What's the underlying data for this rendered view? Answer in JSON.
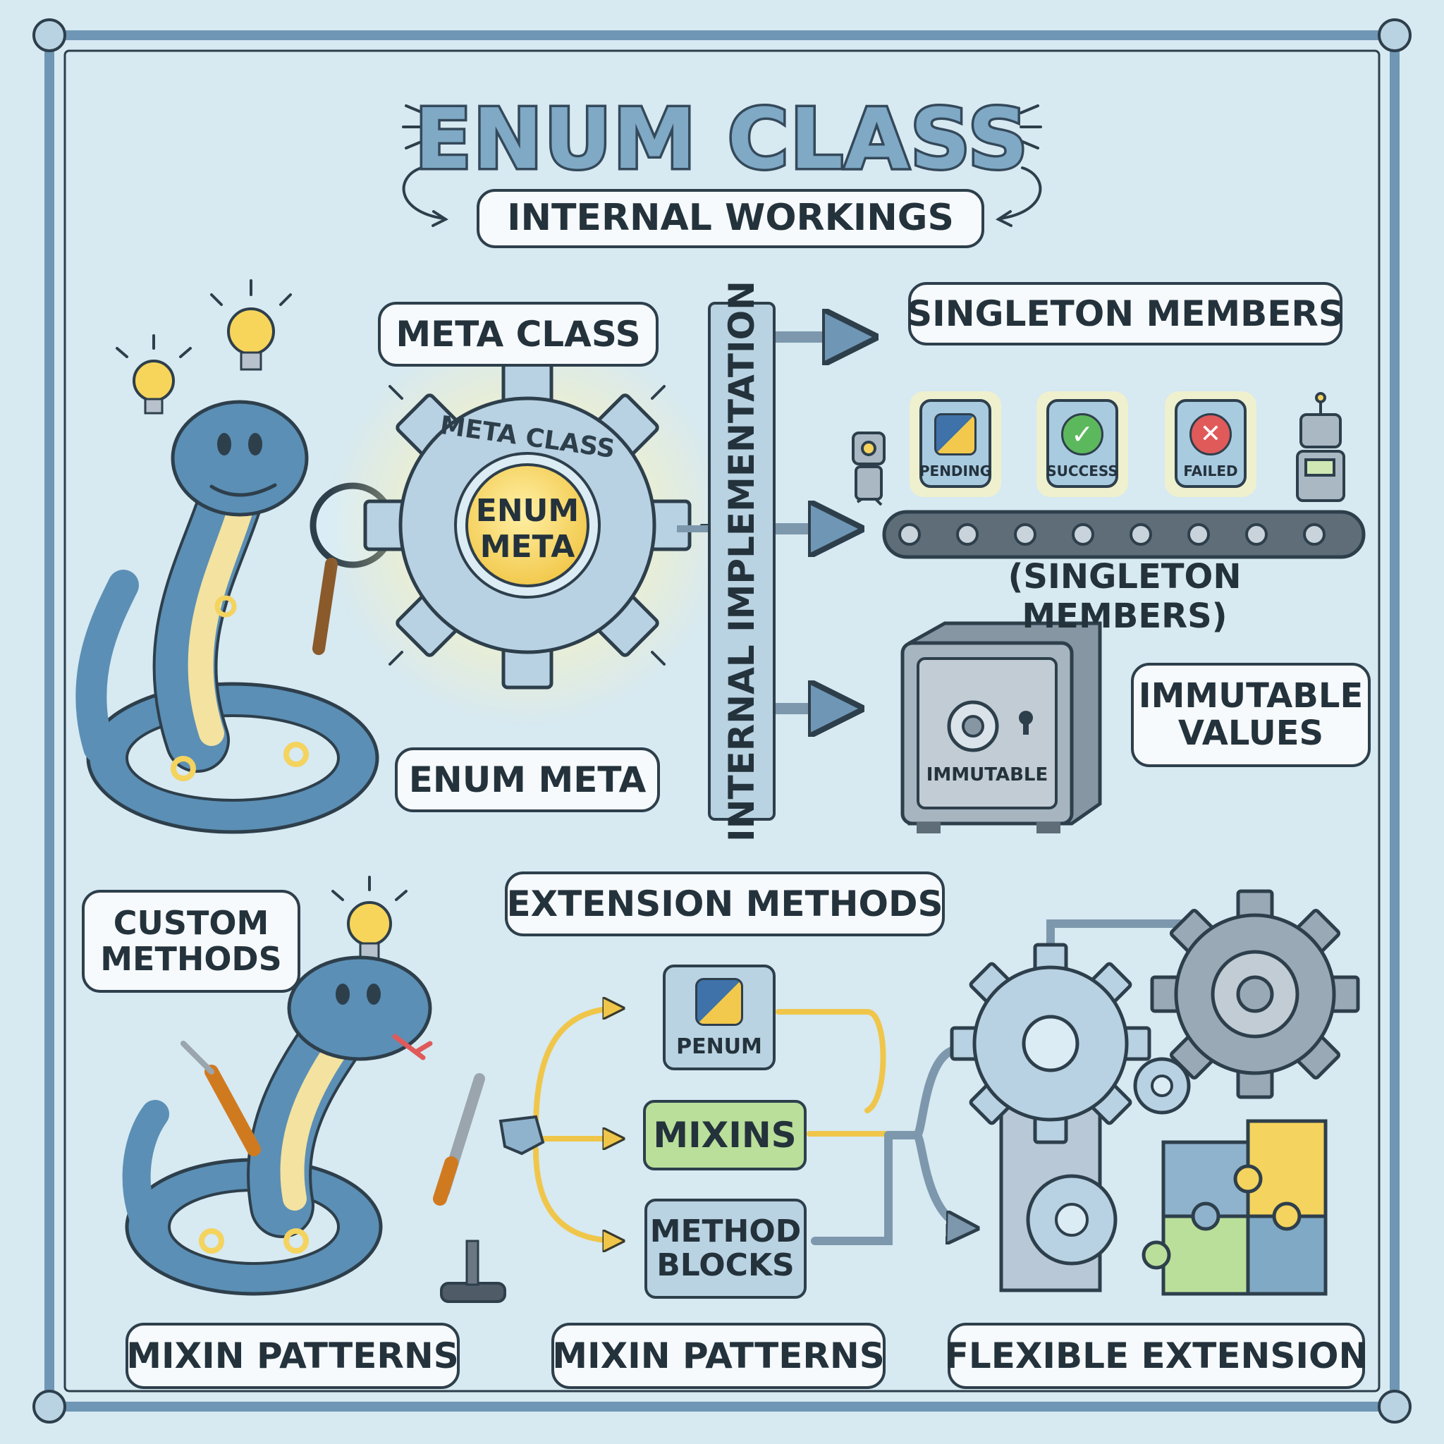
{
  "header": {
    "title": "ENUM CLASS",
    "subtitle": "INTERNAL WORKINGS"
  },
  "metaclass": {
    "bubble_label": "META CLASS",
    "gear_arc_label": "META CLASS",
    "gear_core_line1": "ENUM",
    "gear_core_line2": "META",
    "bottom_label": "ENUM META"
  },
  "implementation": {
    "vertical_label": "INTERNAL IMPLEMENTATION"
  },
  "singletons": {
    "bubble_label": "SINGLETON MEMBERS",
    "caption": "(SINGLETON MEMBERS)",
    "members": [
      {
        "label": "PENDING",
        "icon": "python-logo-icon"
      },
      {
        "label": "SUCCESS",
        "icon": "check-icon"
      },
      {
        "label": "FAILED",
        "icon": "cross-icon"
      }
    ]
  },
  "immutable": {
    "safe_label": "IMMUTABLE",
    "bubble_line1": "IMMUTABLE",
    "bubble_line2": "VALUES"
  },
  "extension": {
    "custom_line1": "CUSTOM",
    "custom_line2": "METHODS",
    "header_label": "EXTENSION METHODS",
    "penum_label": "PENUM",
    "mixins_label": "MIXINS",
    "method_blocks_line1": "METHOD",
    "method_blocks_line2": "BLOCKS"
  },
  "footer": {
    "left_label": "MIXIN PATTERNS",
    "center_label": "MIXIN PATTERNS",
    "right_label": "FLEXIBLE EXTENSION"
  },
  "colors": {
    "background": "#d7e9f1",
    "frame": "#6f97b5",
    "outline": "#2e3f4c",
    "snake_blue": "#5b8fb5",
    "snake_belly": "#f3e2a0",
    "accent_yellow": "#f4d35e",
    "success_green": "#5cb85c",
    "failed_red": "#e05a5a",
    "mixins_green": "#b9df9a"
  }
}
